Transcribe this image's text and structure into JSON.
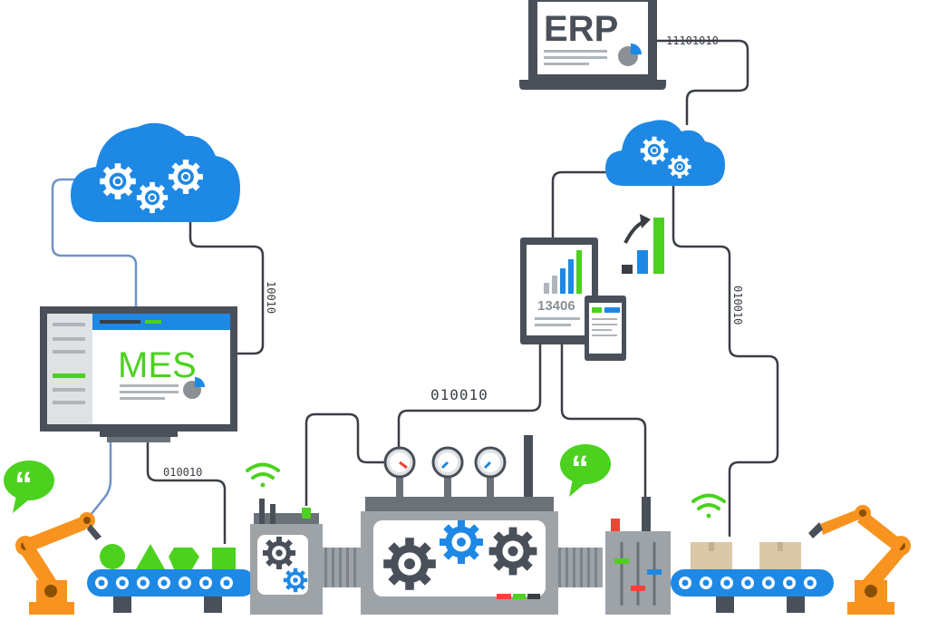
{
  "labels": {
    "erp": "ERP",
    "mes": "MES",
    "metric": "13406"
  },
  "binary": {
    "erp_link": "11101010",
    "cloud_mes_link": "10010",
    "mes_conveyor_link": "010010",
    "tablet_machine_link": "010010",
    "cloud_right_link": "010010"
  },
  "colors": {
    "cloud_blue": "#1e88e5",
    "cloud_light": "#2f9bf0",
    "accent_green": "#4cd11f",
    "robot_orange": "#f7931e",
    "machine_grey": "#9ea3a8",
    "dark_frame": "#4a5059",
    "conveyor_blue": "#1e88e5",
    "box_tan": "#d9c9a8",
    "wire_dark": "#3a3f45",
    "wire_blue": "#6f93c7"
  },
  "icons": [
    "cloud-icon",
    "gear-icon",
    "laptop-icon",
    "monitor-icon",
    "tablet-icon",
    "phone-icon",
    "robot-arm-icon",
    "chat-bubble-icon",
    "wifi-icon",
    "gauge-icon",
    "conveyor-belt-icon",
    "box-icon",
    "bar-chart-icon"
  ]
}
